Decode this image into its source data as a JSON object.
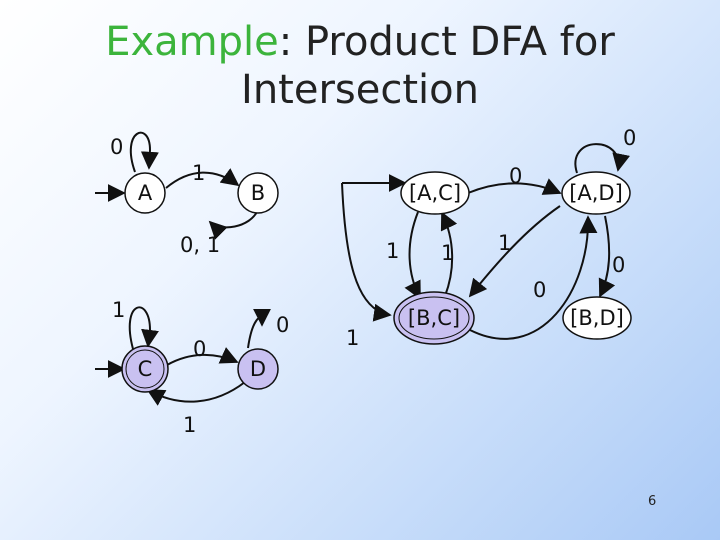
{
  "title": {
    "highlight": "Example",
    "rest_line1": ": Product DFA for",
    "line2": "Intersection"
  },
  "states": {
    "A": "A",
    "B": "B",
    "C": "C",
    "D": "D",
    "AC": "[A,C]",
    "AD": "[A,D]",
    "BC": "[B,C]",
    "BD": "[B,D]"
  },
  "edges": {
    "A_self": "0",
    "A_B": "1",
    "B_out": "0, 1",
    "C_self": "1",
    "C_D": "0",
    "D_C": "1",
    "D_self": "0",
    "AC_AD": "0",
    "AC_BC_down": "1",
    "BC_AC_up": "1",
    "AD_self": "0",
    "AD_BC": "1",
    "BC_AD": "0",
    "AD_BD": "0",
    "BC_start": "1"
  },
  "colors": {
    "state_fill_plain": "#ffffff",
    "state_fill_accept": "#c9c1f1",
    "edge": "#111111",
    "title_highlight": "#3cb43c"
  },
  "page_number": "6"
}
